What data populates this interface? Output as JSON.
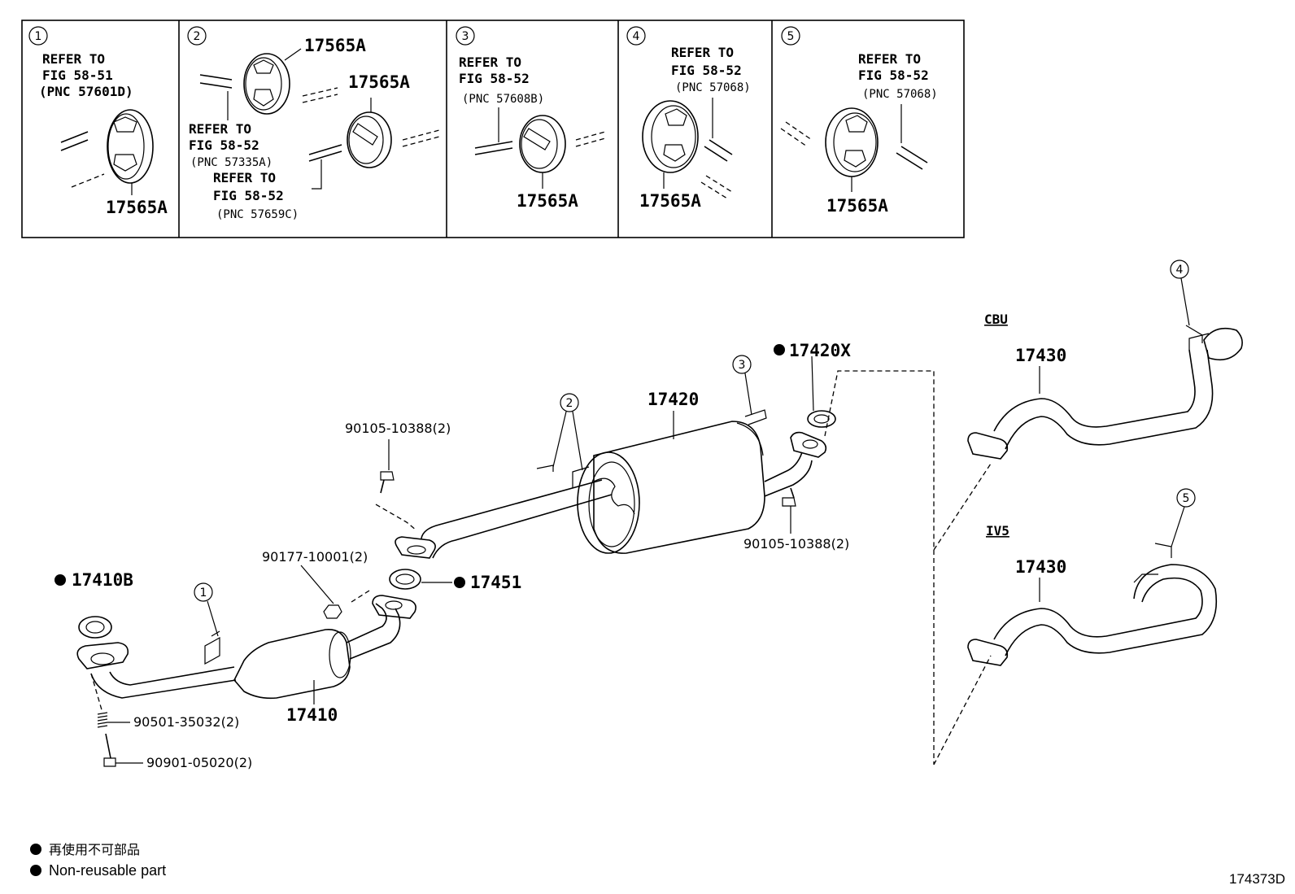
{
  "insets": [
    {
      "num": "1",
      "refer": [
        "REFER TO",
        "FIG 58-51",
        "(PNC 57601D)"
      ],
      "part": "17565A"
    },
    {
      "num": "2",
      "part_a": "17565A",
      "part_b": "17565A",
      "refer_a": [
        "REFER TO",
        "FIG 58-52",
        "(PNC 57335A)"
      ],
      "refer_b": [
        "REFER TO",
        "FIG 58-52",
        "(PNC 57659C)"
      ]
    },
    {
      "num": "3",
      "refer": [
        "REFER TO",
        "FIG 58-52",
        "(PNC 57608B)"
      ],
      "part": "17565A"
    },
    {
      "num": "4",
      "refer": [
        "REFER TO",
        "FIG 58-52",
        "(PNC 57068)"
      ],
      "part": "17565A"
    },
    {
      "num": "5",
      "refer": [
        "REFER TO",
        "FIG 58-52",
        "(PNC 57068)"
      ],
      "part": "17565A"
    }
  ],
  "parts": {
    "p17410B": "17410B",
    "p17410": "17410",
    "p90501": "90501-35032(2)",
    "p90901": "90901-05020(2)",
    "p90177": "90177-10001(2)",
    "p17451": "17451",
    "p90105a": "90105-10388(2)",
    "p90105b": "90105-10388(2)",
    "p17420": "17420",
    "p17420X": "17420X",
    "p17430a": "17430",
    "p17430b": "17430",
    "cbu": "CBU",
    "iv5": "IV5",
    "c1": "1",
    "c2": "2",
    "c3": "3",
    "c4": "4",
    "c5": "5"
  },
  "legend": {
    "jp": "再使用不可部品",
    "en": "Non-reusable part"
  },
  "figure_id": "174373D"
}
